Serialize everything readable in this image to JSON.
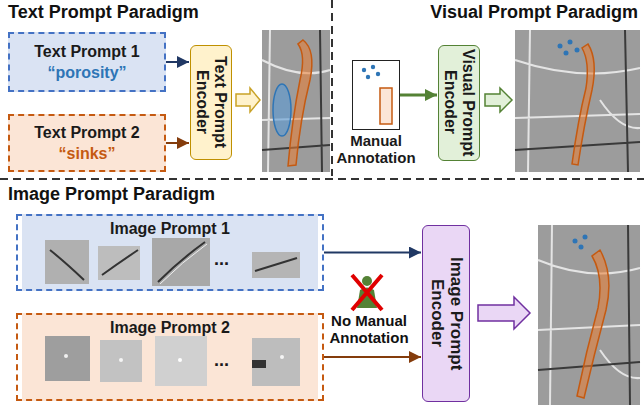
{
  "diagram": {
    "nodes": [
      {
        "text": [
          "Text Prompt 1",
          "“porosity”"
        ]
      },
      {
        "text": [
          "Text Prompt 2",
          "“sinks”"
        ]
      },
      {
        "text": [
          "Text Prompt Encoder"
        ]
      },
      {
        "text": [
          "Manual Annotation"
        ]
      },
      {
        "text": [
          "Visual Prompt Encoder"
        ]
      },
      {
        "text": [
          "Image Prompt 1",
          "..."
        ]
      },
      {
        "text": [
          "Image Prompt 2",
          "..."
        ]
      },
      {
        "text": [
          "Image Prompt Encoder"
        ]
      }
    ],
    "edges": [
      {
        "from": 0,
        "to": 2,
        "arrow": "to"
      },
      {
        "from": 1,
        "to": 2,
        "arrow": "to"
      },
      {
        "from": 3,
        "to": 4,
        "arrow": "to"
      },
      {
        "from": 5,
        "to": 7,
        "arrow": "to"
      },
      {
        "from": 6,
        "to": 7,
        "arrow": "to"
      }
    ],
    "labels": [
      "Text Prompt Paradigm",
      "Visual Prompt Paradigm",
      "Image Prompt Paradigm",
      "No Manual Annotation"
    ]
  }
}
